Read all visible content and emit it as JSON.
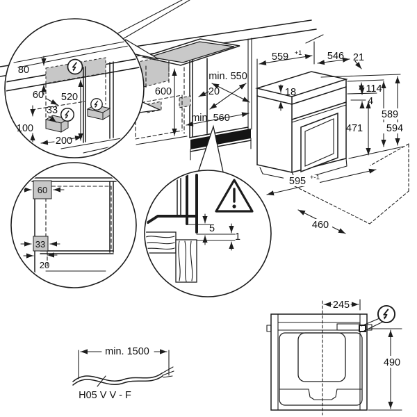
{
  "colors": {
    "line": "#1c1c1c",
    "zone_fill": "#c7c7c7",
    "plinth_fill": "#151515",
    "background": "#ffffff"
  },
  "icons": {
    "lightning_icon": "electrical connection point (bolt arrow in circle)",
    "warning_icon": "caution triangle with exclamation mark"
  },
  "detail_top_left": {
    "d80": "80",
    "d60": "60",
    "d520": "520",
    "d33": "33",
    "d100": "100",
    "d200": "200"
  },
  "niche": {
    "h600": "600",
    "d550": "min. 550",
    "o20": "20",
    "w560": "min. 560"
  },
  "oven": {
    "w559": "559",
    "w559sup": "+1",
    "d546": "546",
    "g21": "21",
    "t18": "18",
    "h114": "114",
    "g4": "4",
    "h589": "589",
    "h594": "594",
    "h471": "471",
    "w595": "595",
    "w595sup": "+-1",
    "d460": "460"
  },
  "detail_front": {
    "d60": "60",
    "d33": "33",
    "d20": "20"
  },
  "detail_gap": {
    "d5": "5",
    "d1": "1"
  },
  "cable": {
    "length": "min. 1500",
    "type": "H05 V V - F"
  },
  "rear": {
    "w245": "245",
    "h490": "490"
  }
}
